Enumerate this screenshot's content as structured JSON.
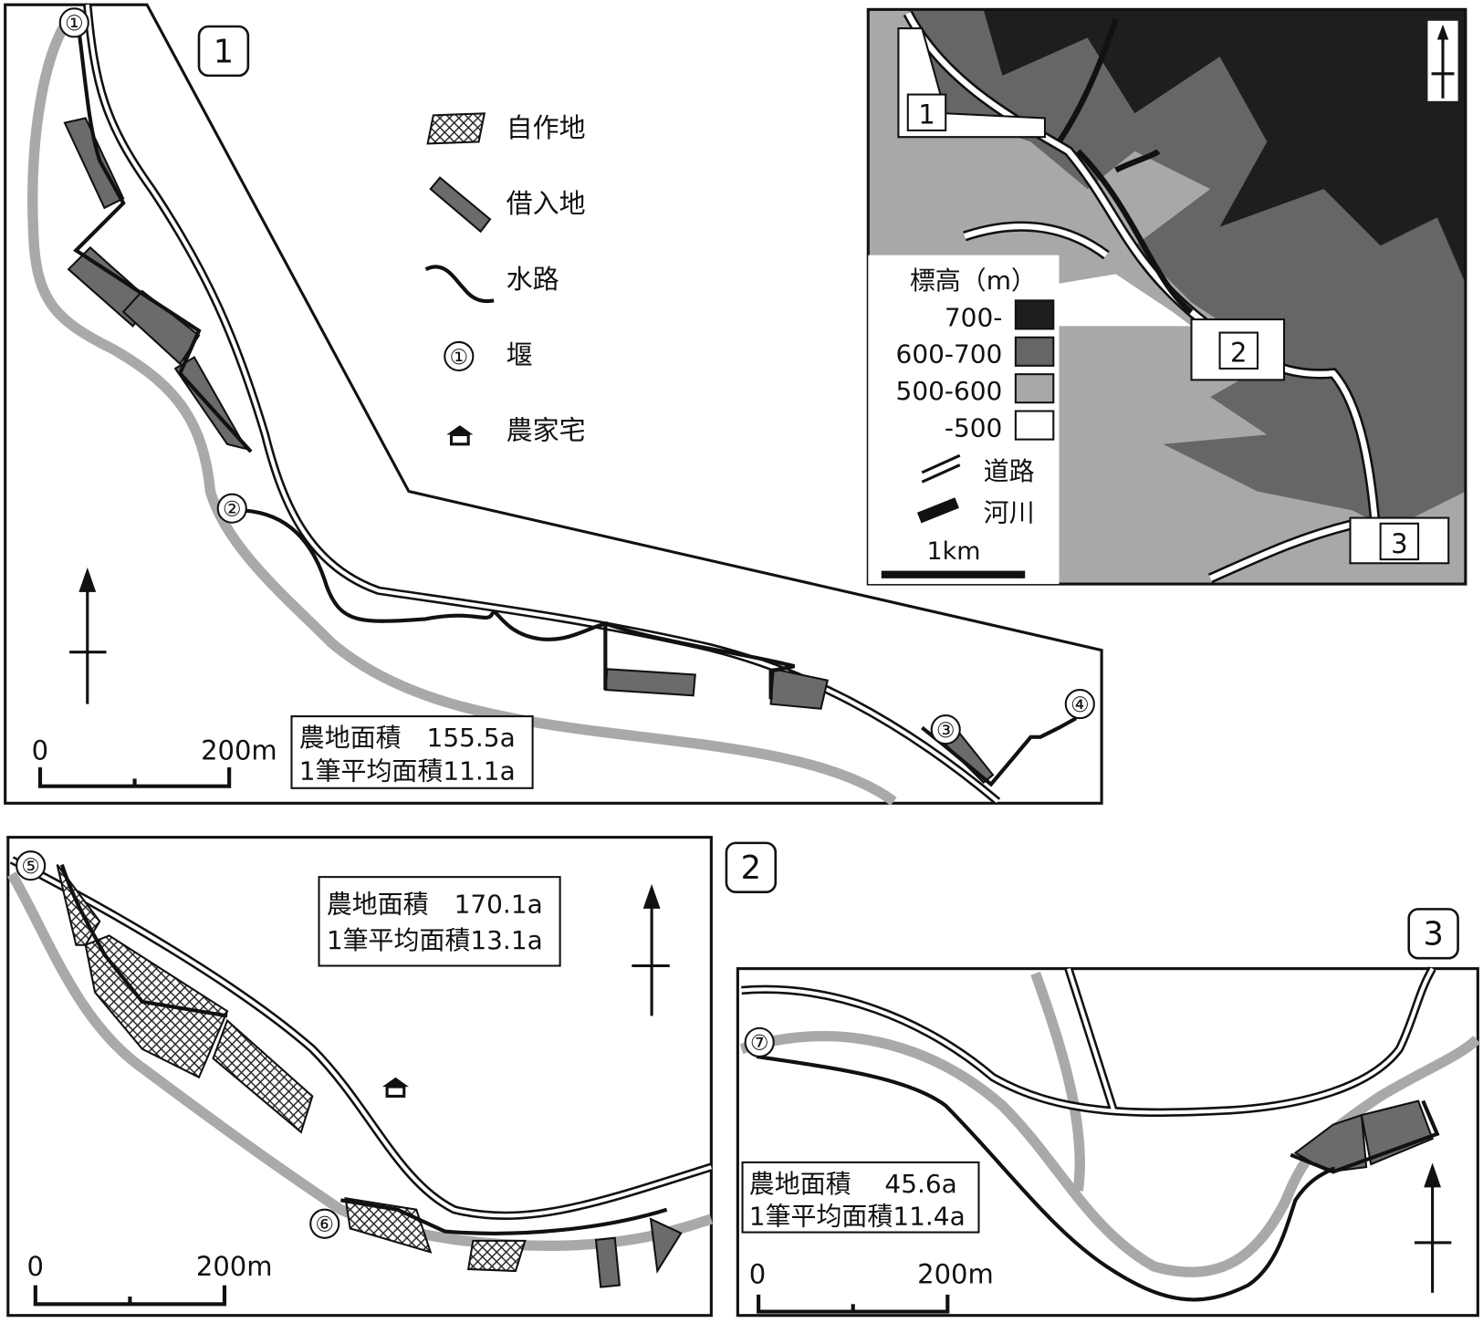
{
  "legend": {
    "own_land": "自作地",
    "rented_land": "借入地",
    "channel": "水路",
    "weir_symbol": "①",
    "weir": "堰",
    "farmhouse": "農家宅"
  },
  "panel1": {
    "label": "1",
    "area": "農地面積　155.5a",
    "avg": "1筆平均面積11.1a",
    "scale_zero": "0",
    "scale_end": "200m",
    "weirs": [
      "①",
      "②",
      "③",
      "④"
    ]
  },
  "panel2": {
    "label": "2",
    "area": "農地面積　170.1a",
    "avg": "1筆平均面積13.1a",
    "scale_zero": "0",
    "scale_end": "200m",
    "weirs": [
      "⑤",
      "⑥"
    ]
  },
  "panel3": {
    "label": "3",
    "area": "農地面積　 45.6a",
    "avg": "1筆平均面積11.4a",
    "scale_zero": "0",
    "scale_end": "200m",
    "weirs": [
      "⑦"
    ]
  },
  "inset": {
    "legend_title": "標高（m）",
    "classes": [
      {
        "label": "700-",
        "color": "#1e1e1e"
      },
      {
        "label": "600-700",
        "color": "#666666"
      },
      {
        "label": "500-600",
        "color": "#a8a8a8"
      },
      {
        "label": "-500",
        "color": "#ffffff"
      }
    ],
    "road": "道路",
    "river": "河川",
    "scale": "1km",
    "area_labels": [
      "1",
      "2",
      "3"
    ]
  },
  "colors": {
    "river": "#a9a9a9",
    "rented": "#6b6b6b",
    "channel": "#111111"
  }
}
